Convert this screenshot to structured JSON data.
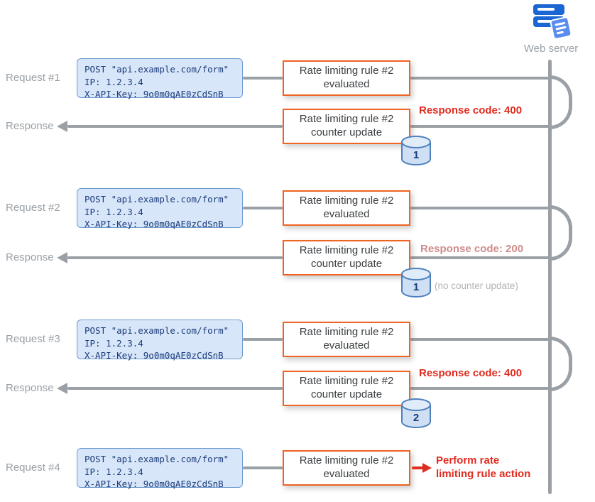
{
  "server": {
    "label": "Web server",
    "icon": "web-server-icon"
  },
  "request_details": {
    "line1": "POST \"api.example.com/form\"",
    "line2": "IP: 1.2.3.4",
    "line3": "X-API-Key: 9o0m0qAE0zCdSnB"
  },
  "rule_box": {
    "title": "Rate limiting rule #2",
    "evaluated": "evaluated",
    "counter_update": "counter update"
  },
  "lanes": [
    {
      "label": "Request #1"
    },
    {
      "label": "Response",
      "counter": "1",
      "note": "Response code: 400"
    },
    {
      "label": "Request #2"
    },
    {
      "label": "Response",
      "counter": "1",
      "note": "Response code: 200",
      "note2": "(no counter update)"
    },
    {
      "label": "Request #3"
    },
    {
      "label": "Response",
      "counter": "2",
      "note": "Response code: 400"
    },
    {
      "label": "Request #4",
      "action_line1": "Perform rate",
      "action_line2": "limiting rule action"
    }
  ],
  "colors": {
    "orange_border": "#ef6323",
    "request_fill": "#d8e6f9",
    "request_border": "#6f9ad0",
    "request_text": "#1a3c7a",
    "annotation_red": "#e02b20",
    "connector_gray": "#9aa0a6",
    "db_fill": "#cfe0f5",
    "db_stroke": "#4f81bd"
  }
}
